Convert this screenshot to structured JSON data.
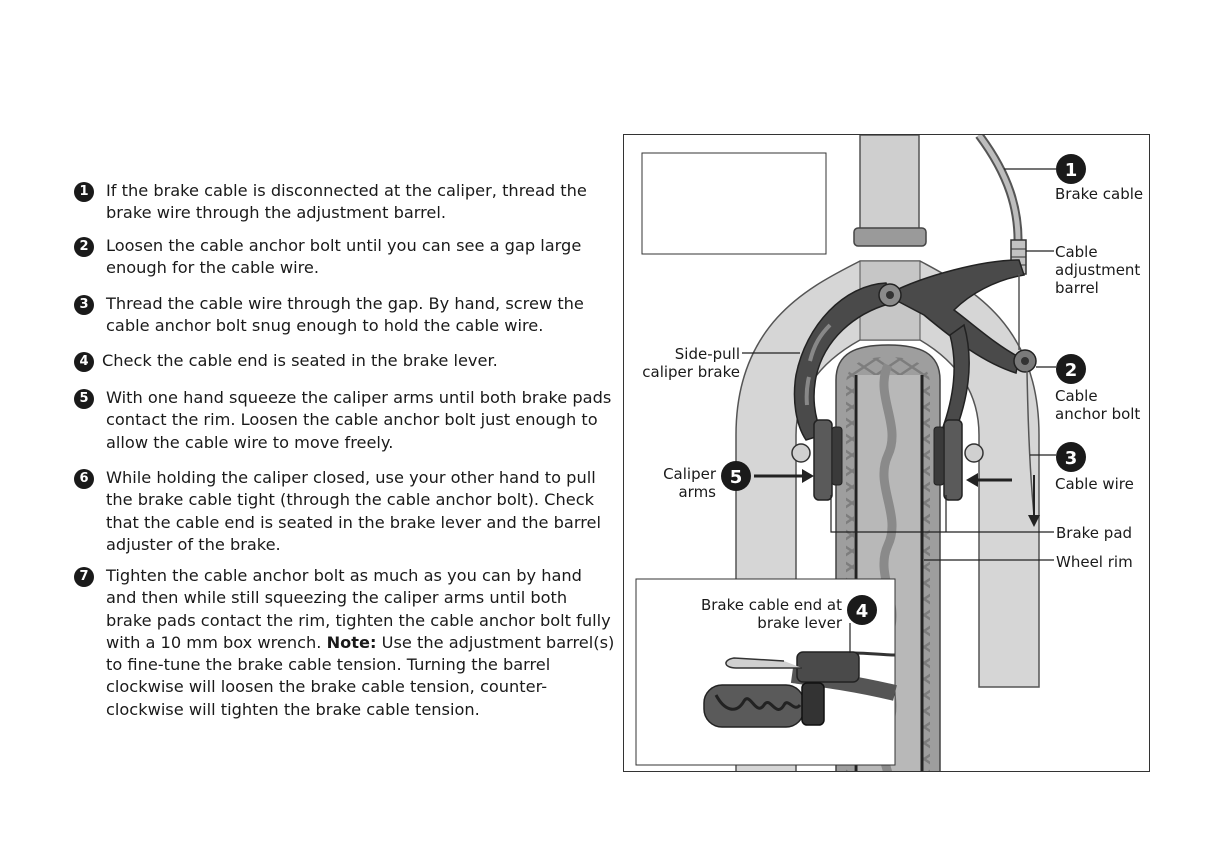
{
  "instructions": [
    {
      "num": "1",
      "text": "If the brake cable is disconnected at the caliper, thread the brake wire through the adjustment barrel."
    },
    {
      "num": "2",
      "text": "Loosen the cable anchor bolt until you can see a gap large enough for the cable wire."
    },
    {
      "num": "3",
      "text": "Thread the cable wire through the gap. By hand, screw the cable anchor bolt snug enough to hold the cable wire."
    },
    {
      "num": "4",
      "text": "Check the cable end is seated in the brake lever."
    },
    {
      "num": "5",
      "text": "With one hand squeeze the caliper arms until both brake pads contact the rim. Loosen the cable anchor bolt just enough to allow the cable wire to move freely."
    },
    {
      "num": "6",
      "text": "While holding the caliper closed, use your other hand to pull the brake cable tight (through the cable anchor bolt). Check that the cable end is seated in the brake lever and the barrel adjuster of the brake."
    },
    {
      "num": "7",
      "text_before": "Tighten the cable anchor bolt as much as you can by hand and then while still squeezing the caliper arms until both brake pads contact the rim, tighten the cable anchor bolt fully with a 10 mm box wrench.",
      "note_label": "Note:",
      "text_after": "Use the adjustment barrel(s) to fine-tune the brake cable tension. Turning the barrel clockwise will loosen the brake cable tension, counter-clockwise will tighten the brake cable tension."
    }
  ],
  "figure": {
    "callouts": [
      {
        "num": "1",
        "label": "Brake cable"
      },
      {
        "num": "2",
        "label_line1": "Cable",
        "label_line2": "anchor bolt"
      },
      {
        "num": "3",
        "label": "Cable wire"
      },
      {
        "num": "4",
        "label_line1": "Brake cable end at",
        "label_line2": "brake lever"
      },
      {
        "num": "5",
        "label_line1": "Caliper",
        "label_line2": "arms"
      }
    ],
    "labels": {
      "cable_adjustment_barrel": [
        "Cable",
        "adjustment",
        "barrel"
      ],
      "side_pull_caliper_brake": [
        "Side-pull",
        "caliper brake"
      ],
      "brake_pad": "Brake pad",
      "wheel_rim": "Wheel rim"
    }
  }
}
